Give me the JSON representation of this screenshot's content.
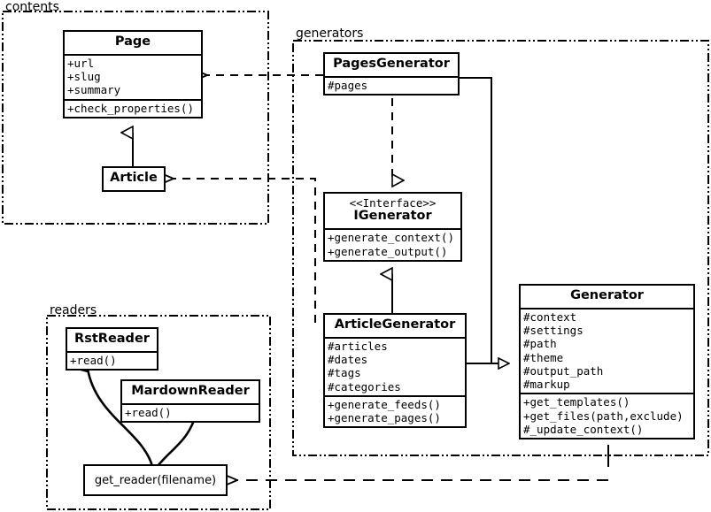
{
  "diagram": {
    "type": "uml-class-diagram",
    "title": "Pelican static site generator class diagram"
  },
  "packages": [
    {
      "id": "contents",
      "label": "contents"
    },
    {
      "id": "generators",
      "label": "generators"
    },
    {
      "id": "readers",
      "label": "readers"
    }
  ],
  "classes": {
    "page": {
      "name": "Page",
      "attributes": [
        "+url",
        "+slug",
        "+summary"
      ],
      "methods": [
        "+check_properties()"
      ]
    },
    "article": {
      "name": "Article",
      "attributes": [],
      "methods": []
    },
    "pages_generator": {
      "name": "PagesGenerator",
      "attributes": [
        "#pages"
      ],
      "methods": []
    },
    "igenerator": {
      "stereotype": "<<Interface>>",
      "name": "IGenerator",
      "attributes": [],
      "methods": [
        "+generate_context()",
        "+generate_output()"
      ]
    },
    "article_generator": {
      "name": "ArticleGenerator",
      "attributes": [
        "#articles",
        "#dates",
        "#tags",
        "#categories"
      ],
      "methods": [
        "+generate_feeds()",
        "+generate_pages()"
      ]
    },
    "generator": {
      "name": "Generator",
      "attributes": [
        "#context",
        "#settings",
        "#path",
        "#theme",
        "#output_path",
        "#markup"
      ],
      "methods": [
        "+get_templates()",
        "+get_files(path,exclude)",
        "#_update_context()"
      ]
    },
    "rst_reader": {
      "name": "RstReader",
      "attributes": [],
      "methods": [
        "+read()"
      ]
    },
    "mardown_reader": {
      "name": "MardownReader",
      "attributes": [],
      "methods": [
        "+read()"
      ]
    },
    "get_reader": {
      "name": "get_reader(filename)"
    }
  },
  "relationships": [
    {
      "from": "Article",
      "to": "Page",
      "type": "generalization"
    },
    {
      "from": "PagesGenerator",
      "to": "IGenerator",
      "type": "realization"
    },
    {
      "from": "ArticleGenerator",
      "to": "IGenerator",
      "type": "generalization"
    },
    {
      "from": "PagesGenerator",
      "to": "Generator",
      "type": "generalization"
    },
    {
      "from": "ArticleGenerator",
      "to": "Generator",
      "type": "generalization"
    },
    {
      "from": "PagesGenerator",
      "to": "Page",
      "type": "dependency"
    },
    {
      "from": "ArticleGenerator",
      "to": "Article",
      "type": "dependency"
    },
    {
      "from": "Generator",
      "to": "get_reader",
      "type": "dependency"
    },
    {
      "from": "get_reader",
      "to": "RstReader",
      "type": "creates"
    },
    {
      "from": "get_reader",
      "to": "MardownReader",
      "type": "creates"
    }
  ],
  "colors": {
    "stroke": "#000000",
    "background": "#ffffff"
  }
}
